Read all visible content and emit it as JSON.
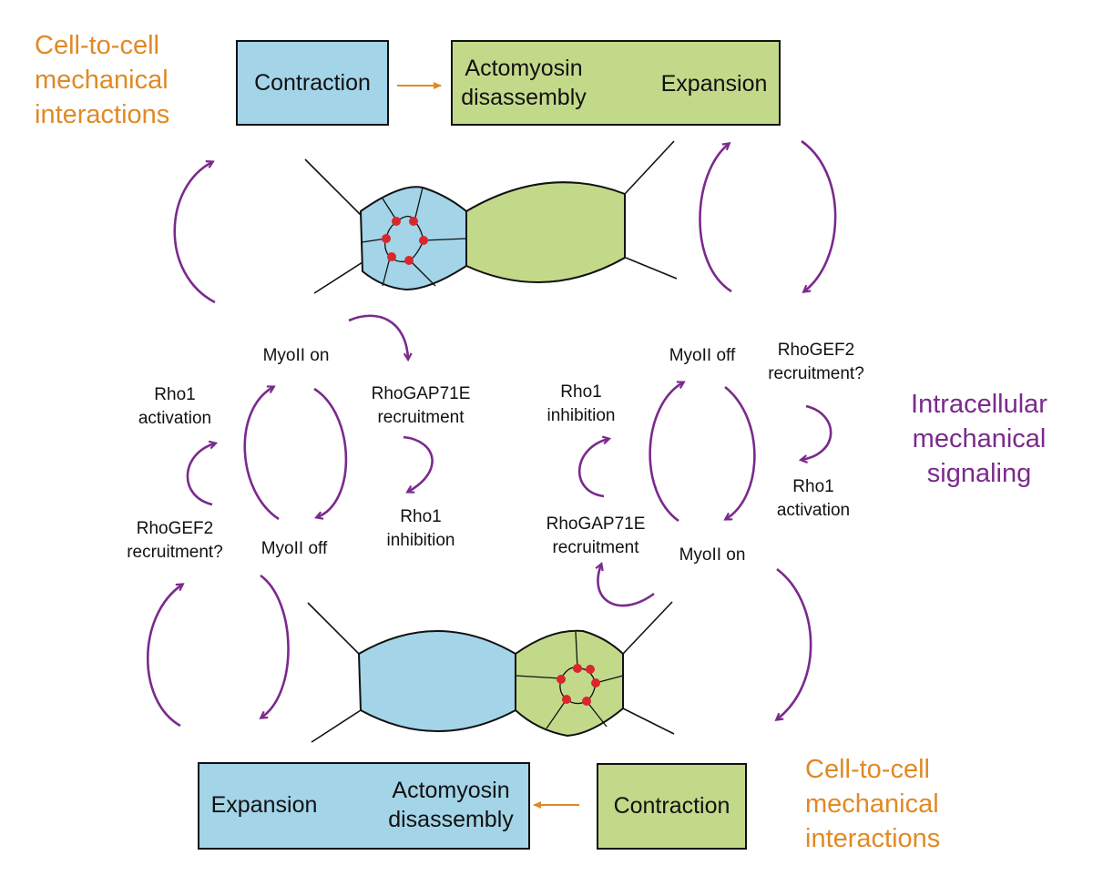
{
  "colors": {
    "blue": "#a3d4e8",
    "green": "#c3d98a",
    "purple": "#7a2a8c",
    "orange": "#e08a25",
    "red": "#d9272e"
  },
  "top": {
    "side_label": "Cell-to-cell\nmechanical\ninteractions",
    "contraction_box": "Contraction",
    "actomyosin_box": "Actomyosin\ndisassembly",
    "expansion_box": "Expansion"
  },
  "bottom": {
    "side_label": "Cell-to-cell\nmechanical\ninteractions",
    "contraction_box": "Contraction",
    "actomyosin_box": "Actomyosin\ndisassembly",
    "expansion_box": "Expansion"
  },
  "right_title": "Intracellular\nmechanical\nsignaling",
  "left_cycle": {
    "myoii_on": "MyoII on",
    "myoii_off": "MyoII off",
    "rhogap": "RhoGAP71E\nrecruitment",
    "rho1_inhibition": "Rho1\ninhibition",
    "rho1_activation": "Rho1\nactivation",
    "rhogef": "RhoGEF2\nrecruitment?"
  },
  "right_cycle": {
    "myoii_off": "MyoII off",
    "myoii_on": "MyoII on",
    "rhogef": "RhoGEF2\nrecruitment?",
    "rho1_activation": "Rho1\nactivation",
    "rho1_inhibition": "Rho1\ninhibition",
    "rhogap": "RhoGAP71E\nrecruitment"
  }
}
